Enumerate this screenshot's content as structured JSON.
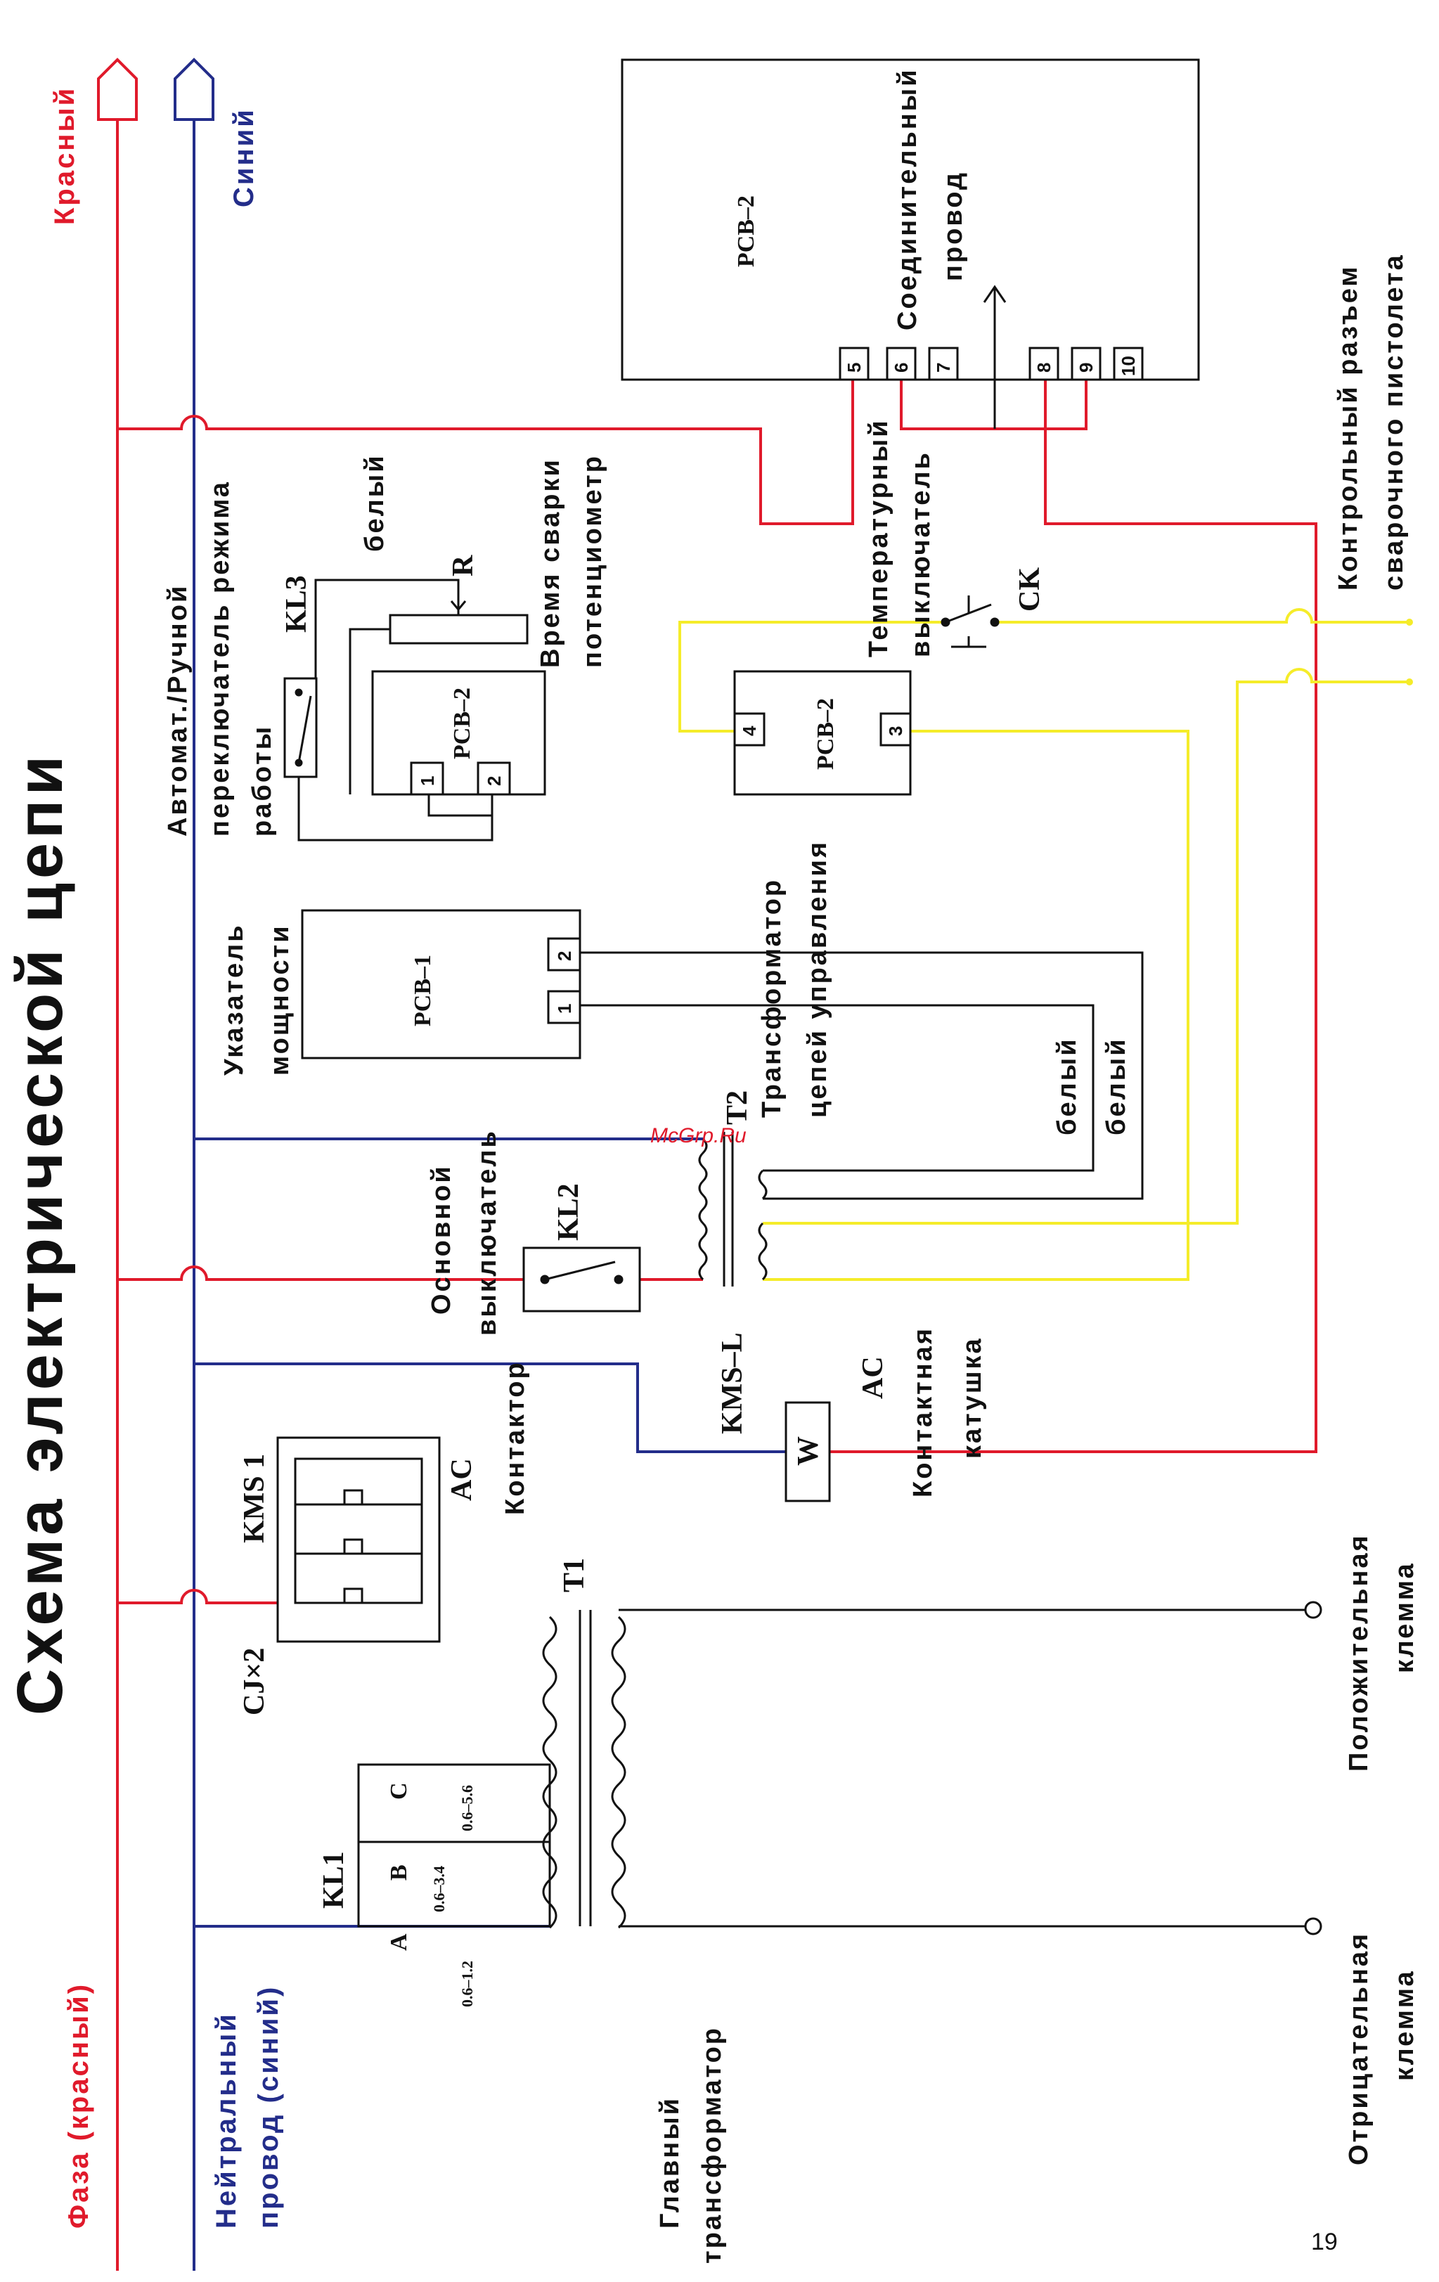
{
  "title": "Схема электрической цепи",
  "colors": {
    "red": "#e01a2b",
    "blue": "#232d8a",
    "yellow": "#f5ec2a",
    "black": "#111111"
  },
  "rails": {
    "red_top_label": "Красный",
    "blue_top_label": "Синий",
    "phase_label": "Фаза (красный)",
    "neutral_label_1": "Нейтральный",
    "neutral_label_2": "провод (синий)"
  },
  "labels": {
    "main_transformer_1": "Главный",
    "main_transformer_2": "трансформатор",
    "negative_1": "Отрицательная",
    "negative_2": "клемма",
    "positive_1": "Положительная",
    "positive_2": "клемма",
    "contactor": "Контактор",
    "contact_coil_1": "Контактная",
    "contact_coil_2": "катушка",
    "main_switch_1": "Основной",
    "main_switch_2": "выключатель",
    "power_indicator_1": "Указатель",
    "power_indicator_2": "мощности",
    "control_transformer_1": "Трансформатор",
    "control_transformer_2": "цепей управления",
    "mode_switch_1": "Автомат./Ручной",
    "mode_switch_2": "переключатель режима",
    "mode_switch_3": "работы",
    "weld_time_1": "Время сварки",
    "weld_time_2": "потенциометр",
    "white": "белый",
    "thermal_switch_1": "Температурный",
    "thermal_switch_2": "выключатель",
    "connecting_wire_1": "Соединительный",
    "connecting_wire_2": "провод",
    "gun_connector_1": "Контрольный разъем",
    "gun_connector_2": "сварочного пистолета"
  },
  "components": {
    "kl1": "KL1",
    "cj": "CJ×2",
    "kms1": "KMS 1",
    "ac1": "AC",
    "t1": "T1",
    "kmsl": "KMS–L",
    "ac2": "AC",
    "w": "W",
    "kl2": "KL2",
    "t2": "T2",
    "kl3": "KL3",
    "r": "R",
    "ck": "CK",
    "tap_a": "A",
    "tap_b": "B",
    "tap_c": "C",
    "range_a": "0.6–1.2",
    "range_b": "0.6–3.4",
    "range_c": "0.6–5.6"
  },
  "boards": {
    "pcb1": "PCB–1",
    "pcb2_pot": "PCB–2",
    "pcb2_mid": "PCB–2",
    "pcb2_main": "PCB–2"
  },
  "pins": {
    "pcb1": [
      "1",
      "2"
    ],
    "pcb2_pot": [
      "1",
      "2"
    ],
    "pcb2_mid": [
      "4",
      "3"
    ],
    "pcb2_main_left": [
      "5",
      "6",
      "7"
    ],
    "pcb2_main_right": [
      "8",
      "9",
      "10"
    ]
  },
  "watermark": "McGrp.Ru",
  "page_number": "19"
}
